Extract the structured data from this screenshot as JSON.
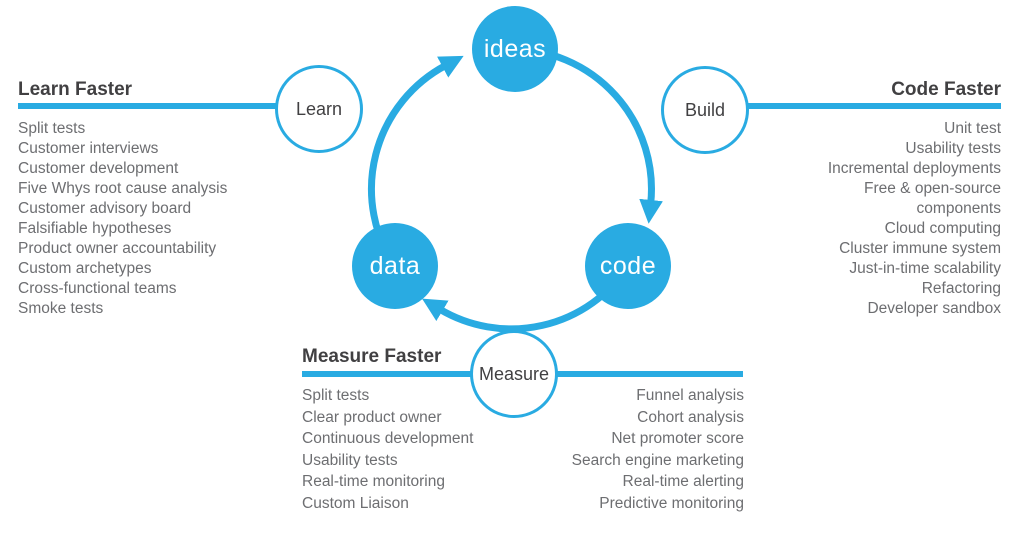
{
  "colors": {
    "accent": "#29ABE2",
    "heading": "#414042",
    "body": "#6D6E71",
    "node_text": "#FFFFFF",
    "background": "#FFFFFF"
  },
  "loop": {
    "nodes": {
      "ideas": "ideas",
      "code": "code",
      "data": "data"
    },
    "stages": {
      "learn": "Learn",
      "build": "Build",
      "measure": "Measure"
    }
  },
  "sections": {
    "learn": {
      "title": "Learn Faster",
      "items": [
        "Split tests",
        "Customer interviews",
        "Customer development",
        "Five Whys root cause analysis",
        "Customer advisory board",
        "Falsifiable hypotheses",
        "Product owner accountability",
        "Custom archetypes",
        "Cross-functional teams",
        "Smoke tests"
      ]
    },
    "code": {
      "title": "Code Faster",
      "items": [
        "Unit test",
        "Usability tests",
        "Incremental deployments",
        "Free & open-source components",
        "Cloud computing",
        "Cluster immune system",
        "Just-in-time scalability",
        "Refactoring",
        "Developer sandbox"
      ]
    },
    "measure": {
      "title": "Measure Faster",
      "left_items": [
        "Split tests",
        "Clear product owner",
        "Continuous development",
        "Usability tests",
        "Real-time monitoring",
        "Custom Liaison"
      ],
      "right_items": [
        "Funnel analysis",
        "Cohort analysis",
        "Net promoter score",
        "Search engine marketing",
        "Real-time alerting",
        "Predictive monitoring"
      ]
    }
  }
}
